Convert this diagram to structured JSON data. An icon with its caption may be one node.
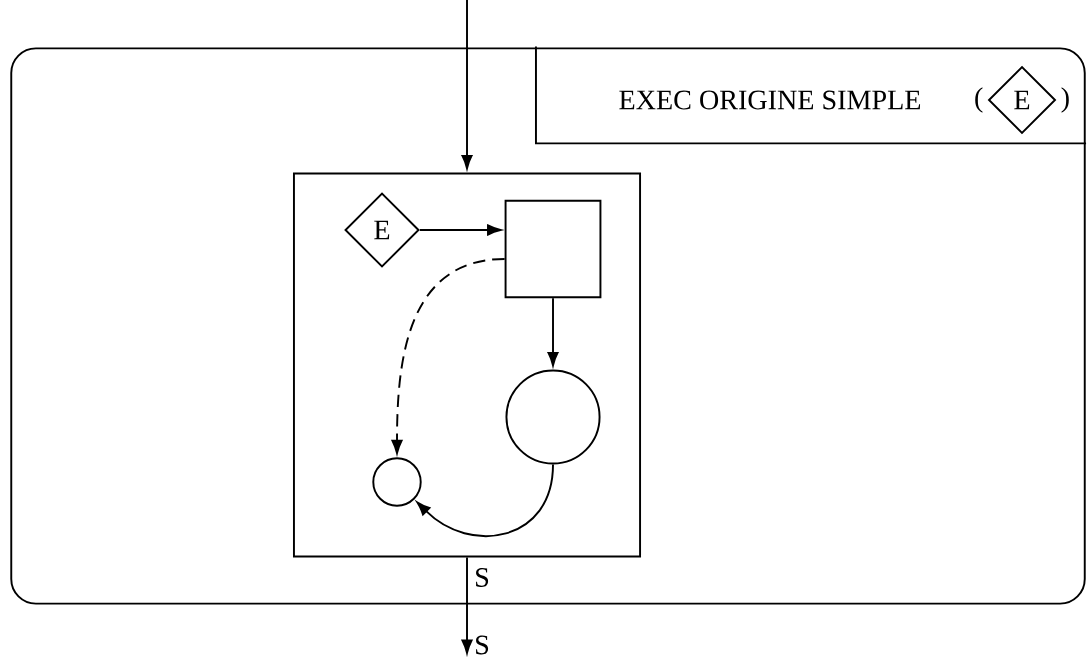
{
  "diagram": {
    "nodes": [
      {
        "text": [],
        "shape": "box"
      },
      {
        "text": [
          "EXEC ORIGINE SIMPLE"
        ],
        "in": 0
      },
      {
        "text": [
          "E"
        ],
        "in": 1,
        "beside": [
          "(",
          ")"
        ]
      },
      {
        "text": [],
        "shape": "box",
        "in": 0
      },
      {
        "text": [
          "E"
        ],
        "in": 3
      },
      {
        "text": [],
        "shape": "box",
        "in": 3
      },
      {
        "text": [],
        "shape": "circle",
        "in": 3
      },
      {
        "text": [],
        "shape": "circle",
        "in": 3
      },
      {
        "text": [
          "S"
        ]
      }
    ],
    "edges": [
      {
        "from": null,
        "to": 3,
        "arrow": "to"
      },
      {
        "from": 4,
        "to": 5,
        "arrow": "to"
      },
      {
        "from": 5,
        "to": 6,
        "arrow": "to"
      },
      {
        "from": 6,
        "to": 7,
        "arrow": "to"
      },
      {
        "from": 5,
        "to": 7,
        "arrow": "to",
        "style": "dashed"
      },
      {
        "from": 3,
        "to": 8,
        "arrow": "to",
        "label": "S"
      }
    ]
  }
}
